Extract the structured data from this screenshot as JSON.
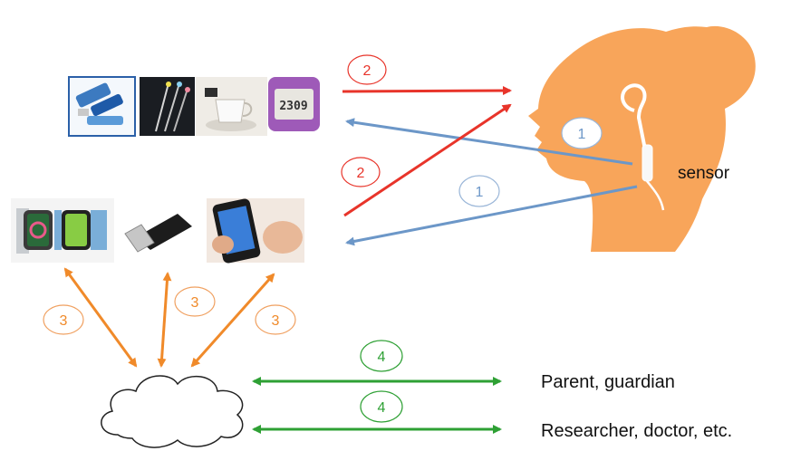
{
  "labels": {
    "sensor": "sensor",
    "parent": "Parent, guardian",
    "researcher": "Researcher, doctor, etc."
  },
  "badges": {
    "b1a": "1",
    "b1b": "1",
    "b2a": "2",
    "b2b": "2",
    "b3a": "3",
    "b3b": "3",
    "b3c": "3",
    "b4a": "4",
    "b4b": "4"
  },
  "icons": {
    "row1": [
      "usb-dongle-icon",
      "fiber-optic-icon",
      "coffee-cup-icon",
      "digital-clock-icon"
    ],
    "row2": [
      "smartwatch-icon",
      "usb-stick-icon",
      "smartphone-icon"
    ],
    "cloud": "cloud-icon",
    "head": "head-profile-icon",
    "earbud": "earbud-icon"
  },
  "clock_display": "2309",
  "colors": {
    "step1": "#6c97c8",
    "step2": "#e8342a",
    "step3": "#f08a2a",
    "step4": "#2ea034",
    "head": "#f8a55a"
  }
}
